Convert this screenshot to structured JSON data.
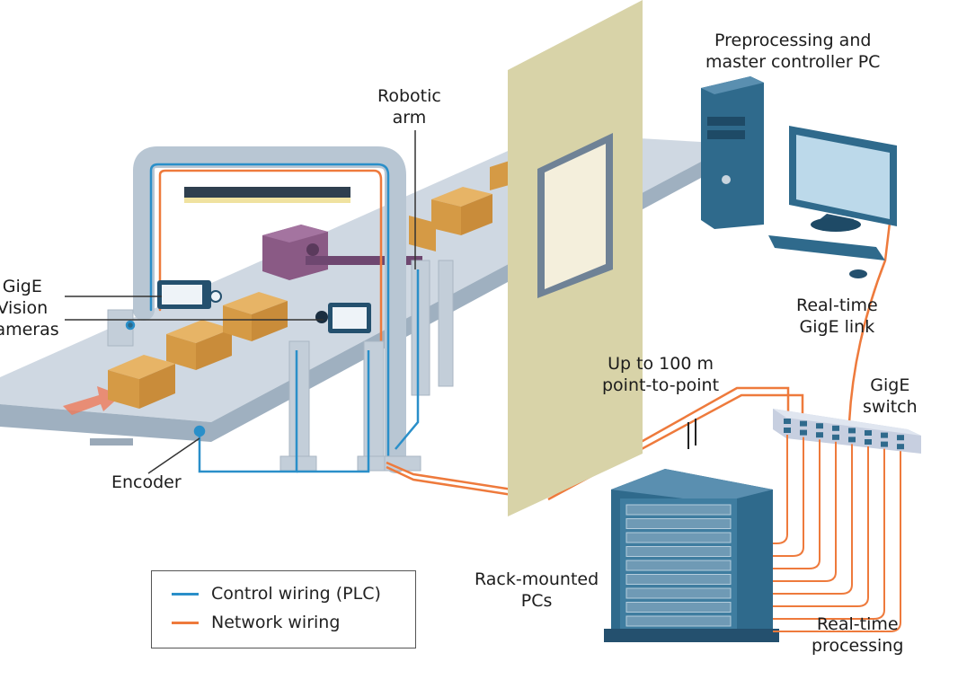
{
  "labels": {
    "master_pc": [
      "Preprocessing and",
      "master controller PC"
    ],
    "robotic_arm": [
      "Robotic",
      "arm"
    ],
    "cameras": [
      "GigE",
      "Vision",
      "cameras"
    ],
    "encoder": "Encoder",
    "gige_link": [
      "Real-time",
      "GigE link"
    ],
    "distance": [
      "Up to 100 m",
      "point-to-point"
    ],
    "switch": [
      "GigE",
      "switch"
    ],
    "rack": [
      "Rack-mounted",
      "PCs"
    ],
    "processing": [
      "Real-time",
      "processing"
    ]
  },
  "legend": {
    "items": [
      {
        "label": "Control wiring (PLC)",
        "color": "#2a8fc9"
      },
      {
        "label": "Network wiring",
        "color": "#ee7a3c"
      }
    ]
  },
  "colors": {
    "conveyor": "#c9d3de",
    "box": "#d9a04e",
    "wall": "#d8d3a8",
    "equipment": "#2f6a8c",
    "network": "#ee7a3c",
    "control": "#2a8fc9"
  }
}
